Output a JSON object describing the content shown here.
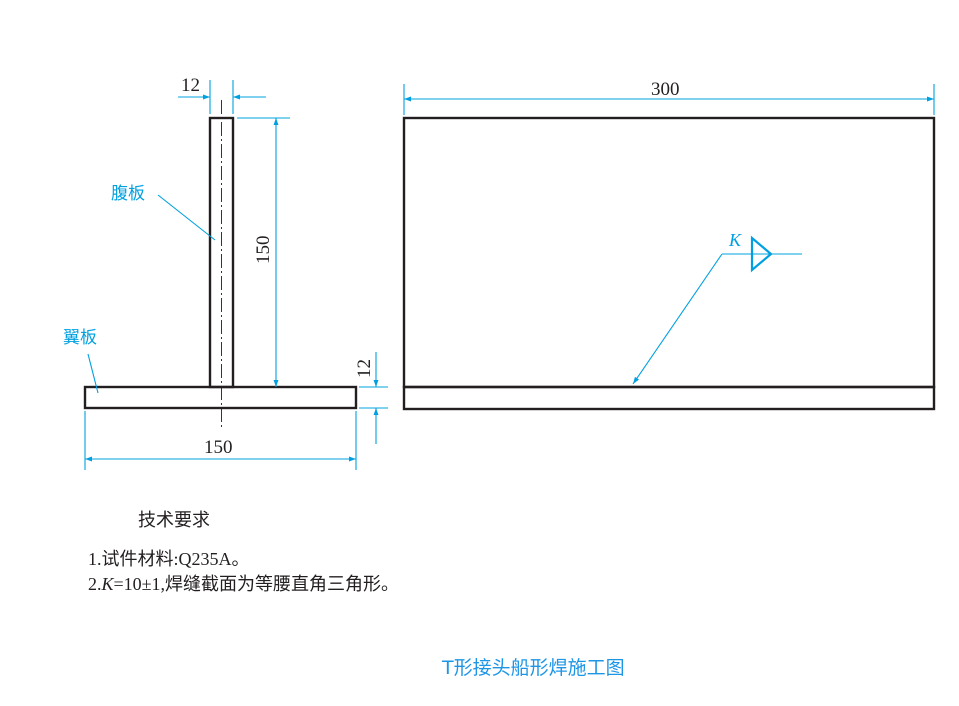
{
  "dims": {
    "web_thickness": "12",
    "web_height": "150",
    "flange_thickness": "12",
    "flange_width": "150",
    "length": "300"
  },
  "labels": {
    "web": "腹板",
    "flange": "翼板",
    "weld_symbol": "K"
  },
  "tech": {
    "title": "技术要求",
    "req1": "1.试件材料:Q235A。",
    "req2_prefix": "2.",
    "req2_k": "K",
    "req2_rest": "=10±1,焊缝截面为等腰直角三角形。"
  },
  "caption": "T形接头船形焊施工图"
}
